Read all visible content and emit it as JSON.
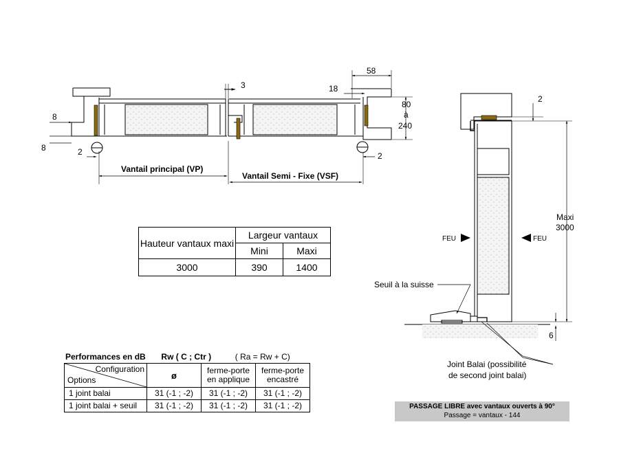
{
  "plan_view": {
    "dims": {
      "gap_center": "3",
      "top_right_58": "58",
      "top_right_18": "18",
      "frame_depth_top": "80",
      "frame_depth_mid": "à",
      "frame_depth_bottom": "240",
      "left_offset_8_a": "8",
      "left_offset_8_b": "8",
      "pivot_left_2": "2",
      "pivot_right_2": "2"
    },
    "leaf_principal": "Vantail principal  (VP)",
    "leaf_semi_fixe": "Vantail Semi - Fixe (VSF)"
  },
  "section_view": {
    "top_dim": "2",
    "height_label_1": "Maxi",
    "height_label_2": "3000",
    "fire_left": "FEU",
    "fire_right": "FEU",
    "sill_label": "Seuil à la suisse",
    "bottom_dim": "6",
    "joint_label_1": "Joint Balai (possibilité",
    "joint_label_2": "de second joint balai)"
  },
  "dimensions_table": {
    "col1_header": "Hauteur vantaux maxi",
    "col2_header": "Largeur vantaux",
    "sub_mini": "Mini",
    "sub_maxi": "Maxi",
    "height_value": "3000",
    "mini_value": "390",
    "maxi_value": "1400"
  },
  "performance": {
    "title": "Performances  en dB",
    "rw": "Rw  ( C ; Ctr )",
    "ra": "( Ra =   Rw + C)",
    "header_config": "Configuration",
    "header_options": "Options",
    "col_none": "ø",
    "col_applique": "ferme-porte en applique",
    "col_encastre": "ferme-porte encastré",
    "rows": [
      {
        "label": "1 joint balai",
        "none": "31 (-1 ; -2)",
        "applique": "31 (-1 ; -2)",
        "encastre": "31 (-1 ; -2)"
      },
      {
        "label": "1 joint balai + seuil",
        "none": "31 (-1 ; -2)",
        "applique": "31 (-1 ; -2)",
        "encastre": "31 (-1 ; -2)"
      }
    ]
  },
  "passage": {
    "line1": "PASSAGE LIBRE avec vantaux ouverts à 90°",
    "line2": "Passage = vantaux - 144"
  },
  "colors": {
    "hardware_brown": "#8B6914",
    "passage_bg": "#c8c8c8"
  }
}
